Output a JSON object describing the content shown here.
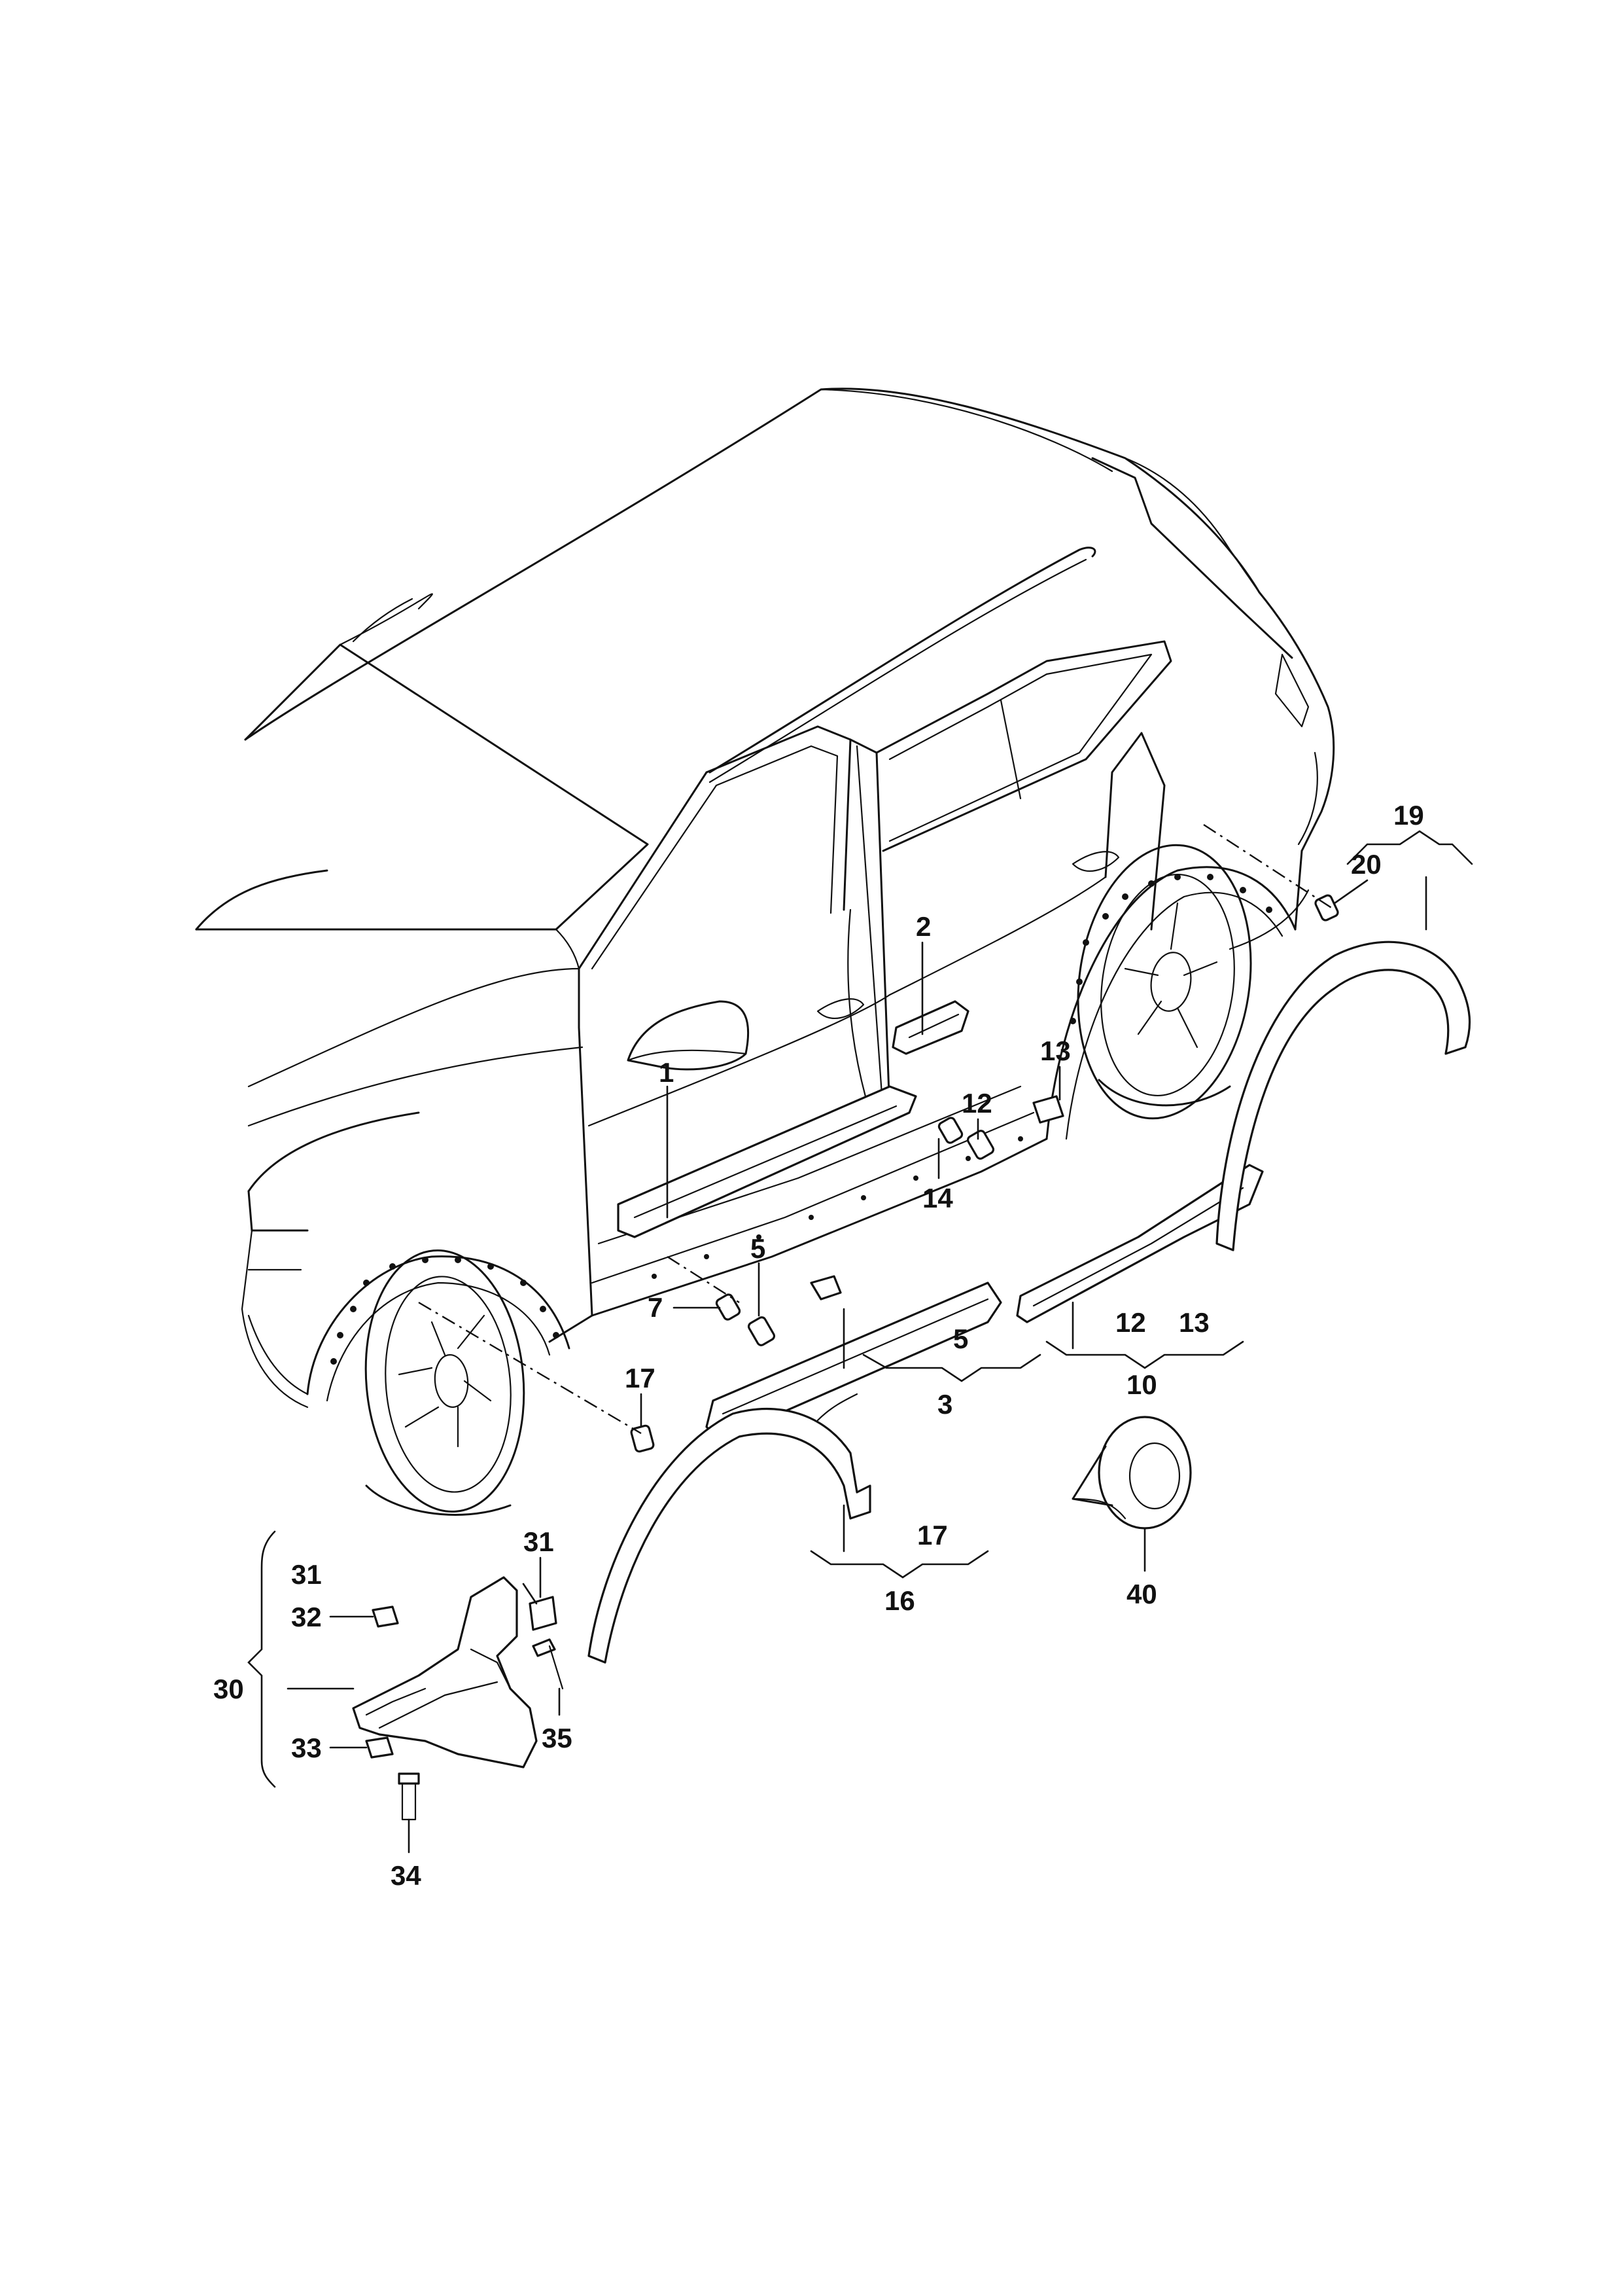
{
  "callouts": [
    {
      "id": "p1",
      "label": "1"
    },
    {
      "id": "p2",
      "label": "2"
    },
    {
      "id": "p3",
      "label": "3"
    },
    {
      "id": "p5a",
      "label": "5"
    },
    {
      "id": "p5b",
      "label": "5"
    },
    {
      "id": "p7",
      "label": "7"
    },
    {
      "id": "p10",
      "label": "10"
    },
    {
      "id": "p12a",
      "label": "12"
    },
    {
      "id": "p12b",
      "label": "12"
    },
    {
      "id": "p13a",
      "label": "13"
    },
    {
      "id": "p13b",
      "label": "13"
    },
    {
      "id": "p14",
      "label": "14"
    },
    {
      "id": "p16",
      "label": "16"
    },
    {
      "id": "p17a",
      "label": "17"
    },
    {
      "id": "p17b",
      "label": "17"
    },
    {
      "id": "p19",
      "label": "19"
    },
    {
      "id": "p20",
      "label": "20"
    },
    {
      "id": "p30",
      "label": "30"
    },
    {
      "id": "p31a",
      "label": "31"
    },
    {
      "id": "p31b",
      "label": "31"
    },
    {
      "id": "p32",
      "label": "32"
    },
    {
      "id": "p33",
      "label": "33"
    },
    {
      "id": "p34",
      "label": "34"
    },
    {
      "id": "p35",
      "label": "35"
    },
    {
      "id": "p40",
      "label": "40"
    }
  ]
}
